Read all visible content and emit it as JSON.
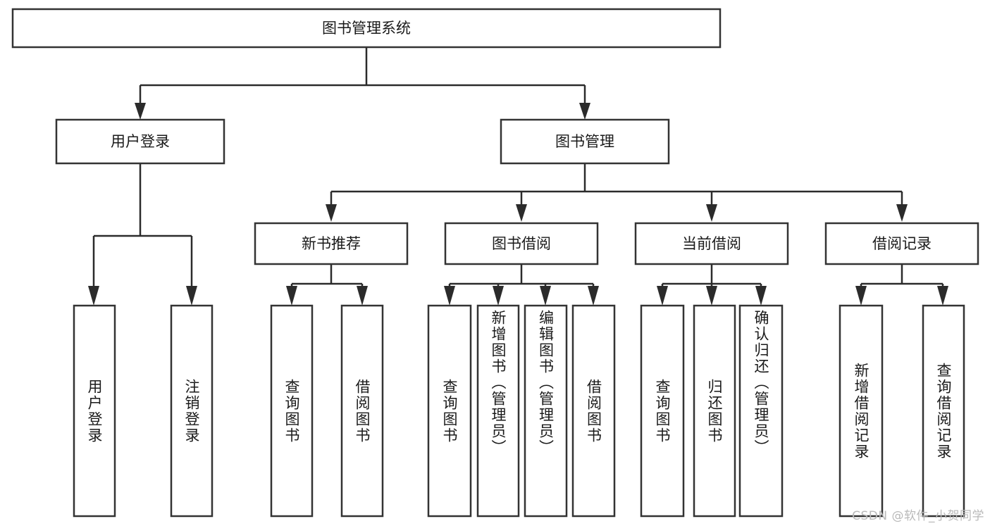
{
  "diagram": {
    "type": "tree-hierarchy",
    "title": "图书管理系统",
    "watermark": "CSDN @软件_小贺同学",
    "colors": {
      "box_fill": "#ffffff",
      "box_stroke": "#333333",
      "connector": "#2b2b2b",
      "text": "#1a1a1a",
      "watermark": "#b9b9b9",
      "background": "#ffffff"
    },
    "levels": {
      "root": {
        "label": "图书管理系统"
      },
      "level2": [
        {
          "label": "用户登录"
        },
        {
          "label": "图书管理"
        }
      ],
      "level3": [
        {
          "label": "新书推荐"
        },
        {
          "label": "图书借阅"
        },
        {
          "label": "当前借阅"
        },
        {
          "label": "借阅记录"
        }
      ],
      "leaves": [
        {
          "label": "用户登录",
          "parent": "用户登录"
        },
        {
          "label": "注销登录",
          "parent": "用户登录"
        },
        {
          "label": "查询图书",
          "parent": "新书推荐"
        },
        {
          "label": "借阅图书",
          "parent": "新书推荐"
        },
        {
          "label": "查询图书",
          "parent": "图书借阅"
        },
        {
          "label": "新增图书（管理员）",
          "parent": "图书借阅"
        },
        {
          "label": "编辑图书（管理员）",
          "parent": "图书借阅"
        },
        {
          "label": "借阅图书",
          "parent": "图书借阅"
        },
        {
          "label": "查询图书",
          "parent": "当前借阅"
        },
        {
          "label": "归还图书",
          "parent": "当前借阅"
        },
        {
          "label": "确认归还（管理员）",
          "parent": "当前借阅"
        },
        {
          "label": "新增借阅记录",
          "parent": "借阅记录"
        },
        {
          "label": "查询借阅记录",
          "parent": "借阅记录"
        }
      ]
    }
  }
}
